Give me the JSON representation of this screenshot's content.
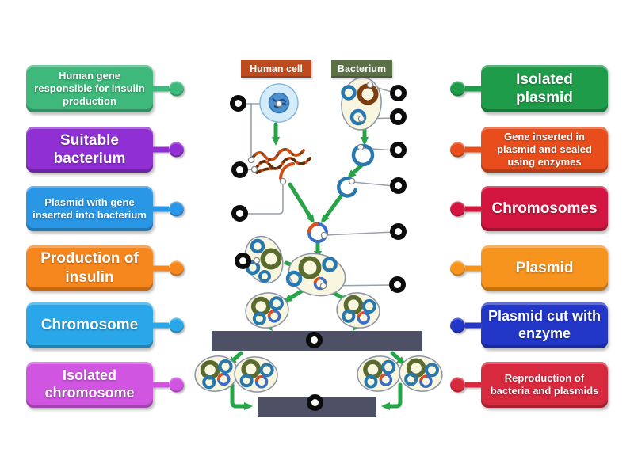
{
  "activity": {
    "type": "labelled-diagram",
    "background_color": "#ffffff",
    "target_point_color": "#0c0c0c",
    "connector_line_color": "#9aa0a8",
    "arrow_color": "#27a348",
    "replication_bar_color": "#4e5066"
  },
  "headers": {
    "human_cell": {
      "label": "Human cell",
      "color": "#c04a20"
    },
    "bacterium": {
      "label": "Bacterium",
      "color": "#5c7046"
    }
  },
  "labels_left": [
    {
      "text": "Human gene responsible for insulin production",
      "color": "#3fb87b"
    },
    {
      "text": "Suitable bacterium",
      "color": "#8f2fd4"
    },
    {
      "text": "Plasmid with gene inserted into bacterium",
      "color": "#2a97e6"
    },
    {
      "text": "Production of insulin",
      "color": "#f6871f"
    },
    {
      "text": "Chromosome",
      "color": "#2aa7e8"
    },
    {
      "text": "Isolated chromosome",
      "color": "#d055e0"
    }
  ],
  "labels_right": [
    {
      "text": "Isolated plasmid",
      "color": "#1e9c49"
    },
    {
      "text": "Gene inserted in plasmid and sealed using enzymes",
      "color": "#e84d1b"
    },
    {
      "text": "Chromosomes",
      "color": "#d2163f"
    },
    {
      "text": "Plasmid",
      "color": "#f6941e"
    },
    {
      "text": "Plasmid cut with enzyme",
      "color": "#2237c8"
    },
    {
      "text": "Reproduction of bacteria and plasmids",
      "color": "#d82a3e"
    }
  ],
  "diagram_palette": {
    "cell_fill": "#d5ecfa",
    "cell_stroke": "#85b8dc",
    "nucleus_fill": "#4d90cc",
    "bacterium_fill": "#f9f6df",
    "bacterium_stroke": "#8a93a8",
    "plasmid_blue": "#2878b0",
    "recombinant_blue": "#3a6ec6",
    "chromosome_brown": "#7b3c0e",
    "gene_orange": "#cf4c17",
    "bacterial_chromosome_olive": "#5b6b2f"
  }
}
